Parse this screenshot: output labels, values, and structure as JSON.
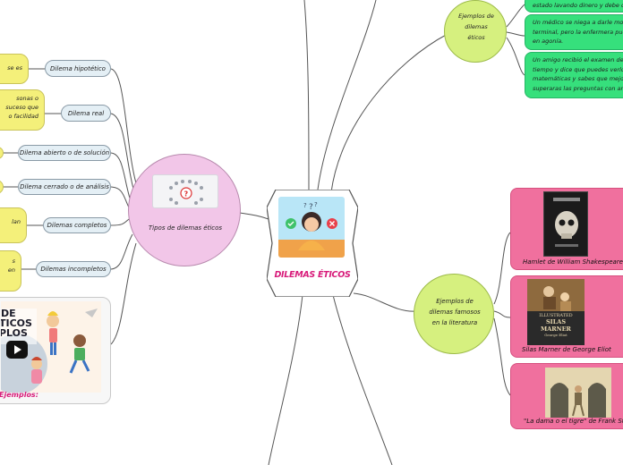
{
  "center": {
    "title": "DILEMAS ÉTICOS"
  },
  "left_branch": {
    "title": "Tipos de dilemas éticos",
    "types": [
      {
        "label": "Dilema hipotético",
        "detail": "se es"
      },
      {
        "label": "Dilema real",
        "detail": "sonas o\nsuceso que\no facilidad"
      },
      {
        "label": "Dilema abierto o de solución",
        "detail": ""
      },
      {
        "label": "Dilema cerrado o de análisis",
        "detail": ""
      },
      {
        "label": "Dilemas completos",
        "detail": "lan"
      },
      {
        "label": "Dilemas incompletos",
        "detail": "s\nen"
      }
    ],
    "video_card": {
      "banner_lines": [
        "DE",
        "TICOS",
        "PLOS"
      ],
      "caption": "Ejemplos:"
    }
  },
  "examples_branch": {
    "title": "Ejemplos de dilemas éticos",
    "items": [
      {
        "text": "estado lavando dinero y debe d"
      },
      {
        "text": "Un médico se niega a darle mo\nterminal, pero la enfermera pue\nen agonía."
      },
      {
        "text": "Un amigo recibió el examen de m\ntiempo y dice que puedes verlo.\nmatemáticas y sabes que mejor\nsuperaras las preguntas con ant"
      }
    ]
  },
  "literature_branch": {
    "title": "Ejemplos de dilemas famosos en la literatura",
    "books": [
      {
        "caption": "Hamlet de William Shakespeare"
      },
      {
        "caption": "Silas Marner de George Eliot",
        "cover_lines": [
          "ILLUSTRATED",
          "SILAS",
          "MARNER",
          "George Eliot"
        ]
      },
      {
        "caption": "\"La dama o el tigre\" de Frank Stoc"
      }
    ]
  },
  "colors": {
    "center_fill": "#b9e6f7",
    "left_node": "#f2c6e8",
    "examples_node": "#d6f07f",
    "literature_node": "#d6f07f",
    "pill": "#e4eff5",
    "yellow_box": "#f4f07a",
    "green_box": "#36e07c",
    "pink_card": "#f0709e",
    "title_color": "#d81b7a"
  }
}
